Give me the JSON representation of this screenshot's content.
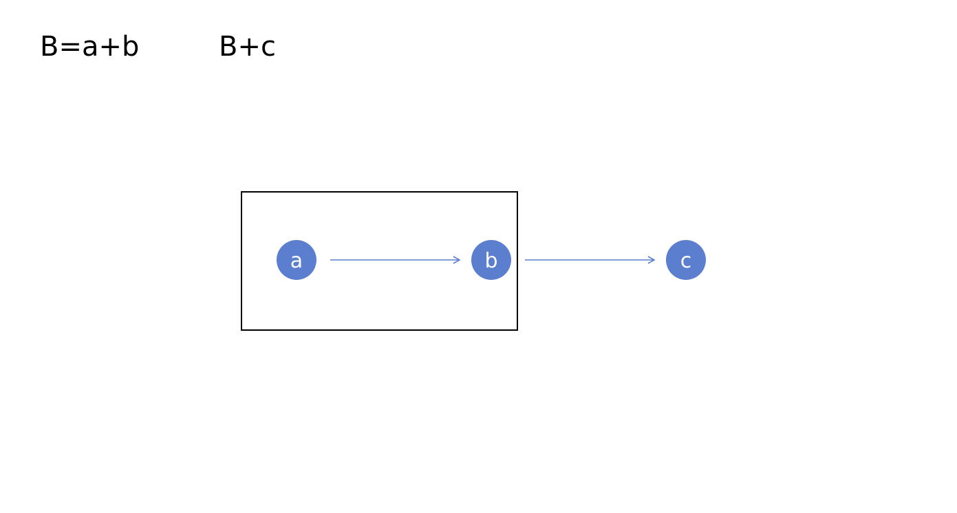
{
  "formulas": {
    "left": "B=a+b",
    "right": "B+c"
  },
  "nodes": {
    "a": {
      "label": "a"
    },
    "b": {
      "label": "b"
    },
    "c": {
      "label": "c"
    }
  },
  "edges": [
    {
      "from": "a",
      "to": "b"
    },
    {
      "from": "b",
      "to": "c"
    }
  ],
  "group": {
    "members": [
      "a",
      "b"
    ]
  },
  "colors": {
    "node_fill": "#5b7fce",
    "edge": "#5b7fce",
    "group_border": "#000000",
    "text": "#000000",
    "node_text": "#ffffff"
  }
}
